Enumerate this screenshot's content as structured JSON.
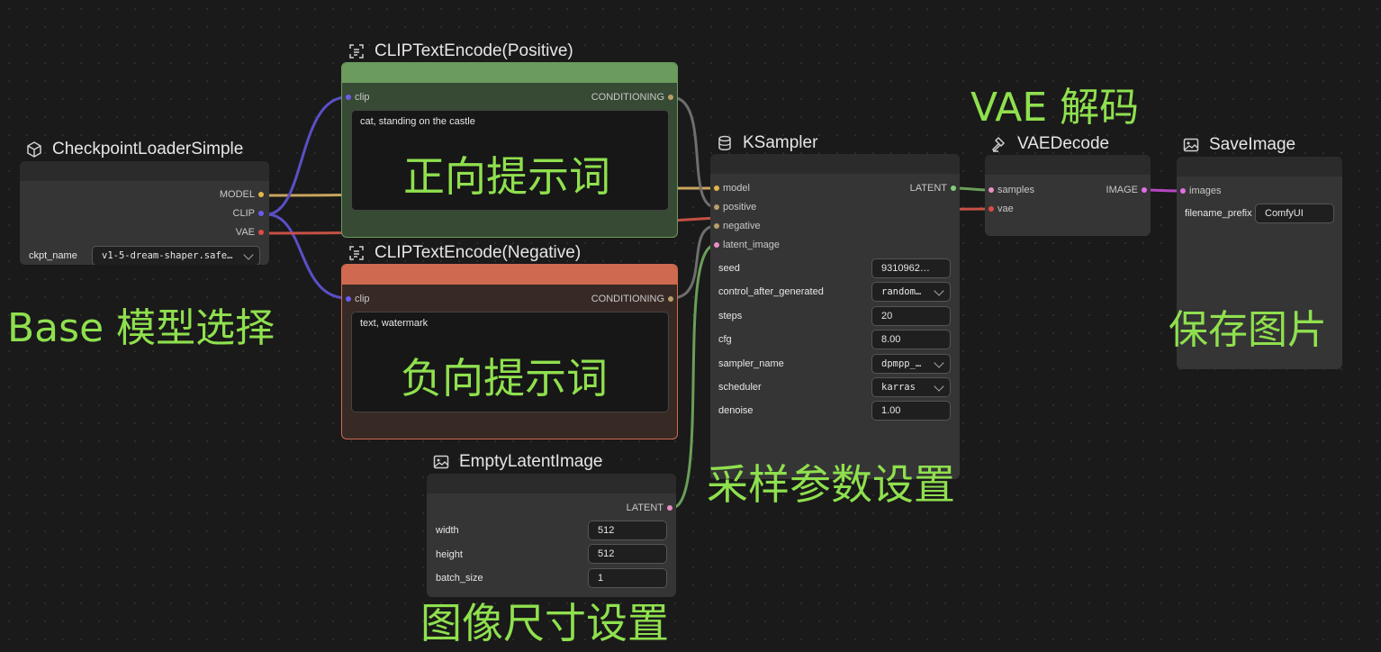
{
  "colors": {
    "background": "#1a1a1a",
    "node_body": "#353535",
    "positive_node": "#6b9b5d",
    "negative_node": "#cf6a50",
    "annotation": "#8fe04e",
    "model_wire": "#c9a45c",
    "clip_wire": "#5b4fc7",
    "vae_wire": "#c65145",
    "latent_wire": "#6a9e5a",
    "conditioning_wire": "#6e6e6e",
    "image_wire": "#b745c2"
  },
  "checkpoint_loader": {
    "title": "CheckpointLoaderSimple",
    "icon": "cube-icon",
    "outputs": [
      "MODEL",
      "CLIP",
      "VAE"
    ],
    "ckpt_name_label": "ckpt_name",
    "ckpt_name_value": "v1-5-dream-shaper.safe…"
  },
  "clip_positive": {
    "title": "CLIPTextEncode(Positive)",
    "icon": "text-scan-icon",
    "input": "clip",
    "output": "CONDITIONING",
    "text": "cat, standing on the castle"
  },
  "clip_negative": {
    "title": "CLIPTextEncode(Negative)",
    "icon": "text-scan-icon",
    "input": "clip",
    "output": "CONDITIONING",
    "text": "text, watermark"
  },
  "empty_latent": {
    "title": "EmptyLatentImage",
    "icon": "image-icon",
    "output": "LATENT",
    "width_label": "width",
    "width_value": "512",
    "height_label": "height",
    "height_value": "512",
    "batch_label": "batch_size",
    "batch_value": "1"
  },
  "ksampler": {
    "title": "KSampler",
    "icon": "cylinder-icon",
    "inputs": [
      "model",
      "positive",
      "negative",
      "latent_image"
    ],
    "output": "LATENT",
    "widgets": [
      {
        "label": "seed",
        "value": "9310962…"
      },
      {
        "label": "control_after_generated",
        "value": "random…"
      },
      {
        "label": "steps",
        "value": "20"
      },
      {
        "label": "cfg",
        "value": "8.00"
      },
      {
        "label": "sampler_name",
        "value": "dpmpp_…"
      },
      {
        "label": "scheduler",
        "value": "karras"
      },
      {
        "label": "denoise",
        "value": "1.00"
      }
    ]
  },
  "vae_decode": {
    "title": "VAEDecode",
    "icon": "hammer-icon",
    "inputs": [
      "samples",
      "vae"
    ],
    "output": "IMAGE"
  },
  "save_image": {
    "title": "SaveImage",
    "icon": "image-icon",
    "input": "images",
    "prefix_label": "filename_prefix",
    "prefix_value": "ComfyUI"
  },
  "annotations": {
    "base_model": "Base 模型选择",
    "positive_prompt": "正向提示词",
    "negative_prompt": "负向提示词",
    "sampler_params": "采样参数设置",
    "vae_decode": "VAE 解码",
    "save_image": "保存图片",
    "image_size": "图像尺寸设置"
  }
}
